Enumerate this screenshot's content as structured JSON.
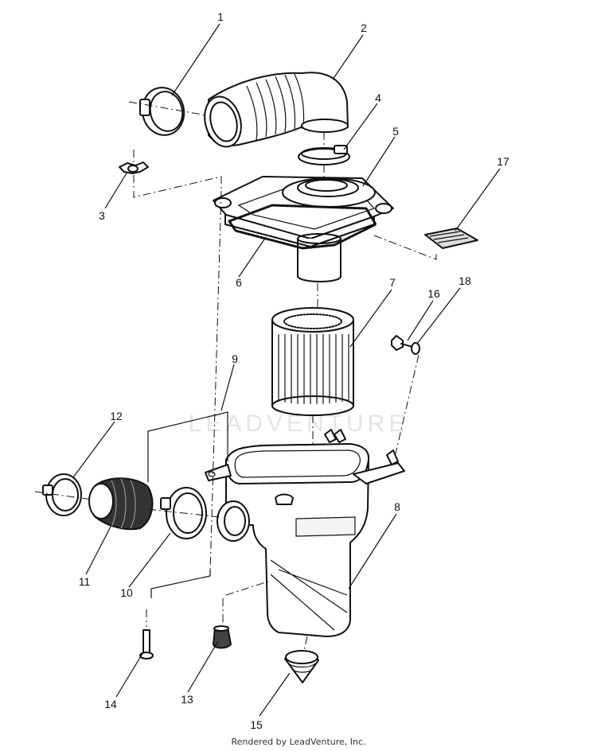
{
  "diagram": {
    "callouts": [
      "1",
      "2",
      "3",
      "4",
      "5",
      "6",
      "7",
      "8",
      "9",
      "10",
      "11",
      "12",
      "13",
      "14",
      "15",
      "16",
      "17",
      "18"
    ],
    "watermark": "LEADVENTURE",
    "credit": "Rendered by LeadVenture, Inc."
  },
  "colors": {
    "ink": "#111111",
    "background": "#ffffff",
    "watermark": "#e4e4e4"
  }
}
